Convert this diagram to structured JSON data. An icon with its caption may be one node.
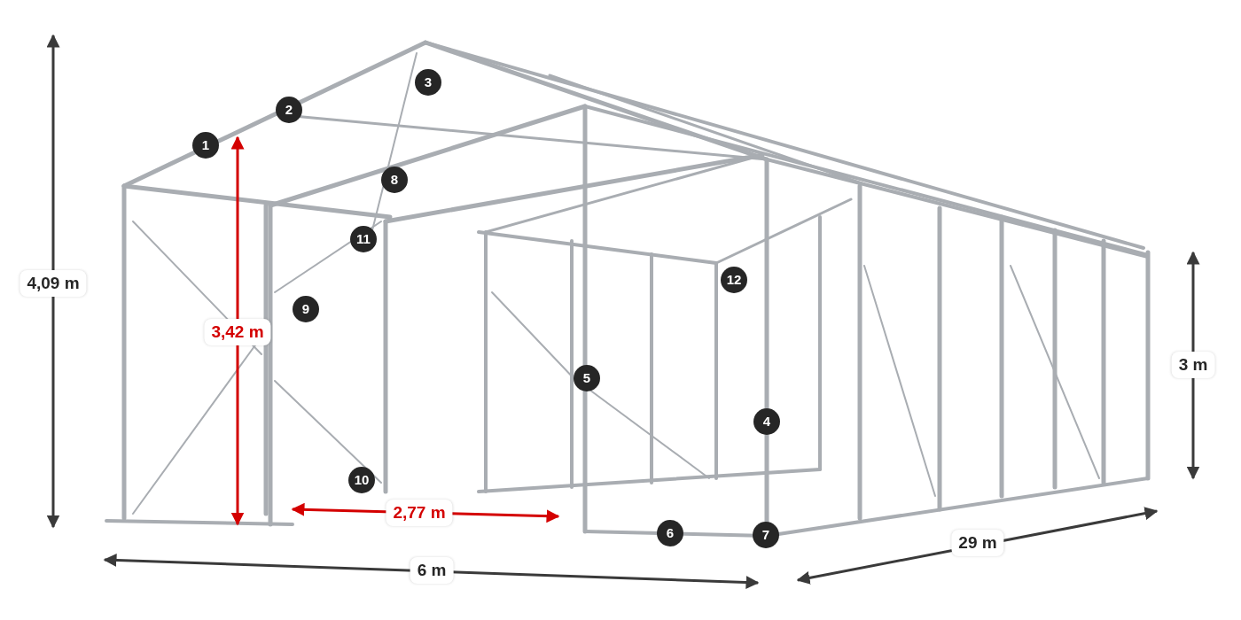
{
  "diagram": {
    "labels": [
      "3",
      "2",
      "1",
      "8",
      "11",
      "12",
      "4,09 m",
      "9",
      "3,42 m",
      "3 m",
      "5",
      "4",
      "10",
      "2,77 m",
      "6",
      "7",
      "29 m",
      "6 m"
    ]
  }
}
